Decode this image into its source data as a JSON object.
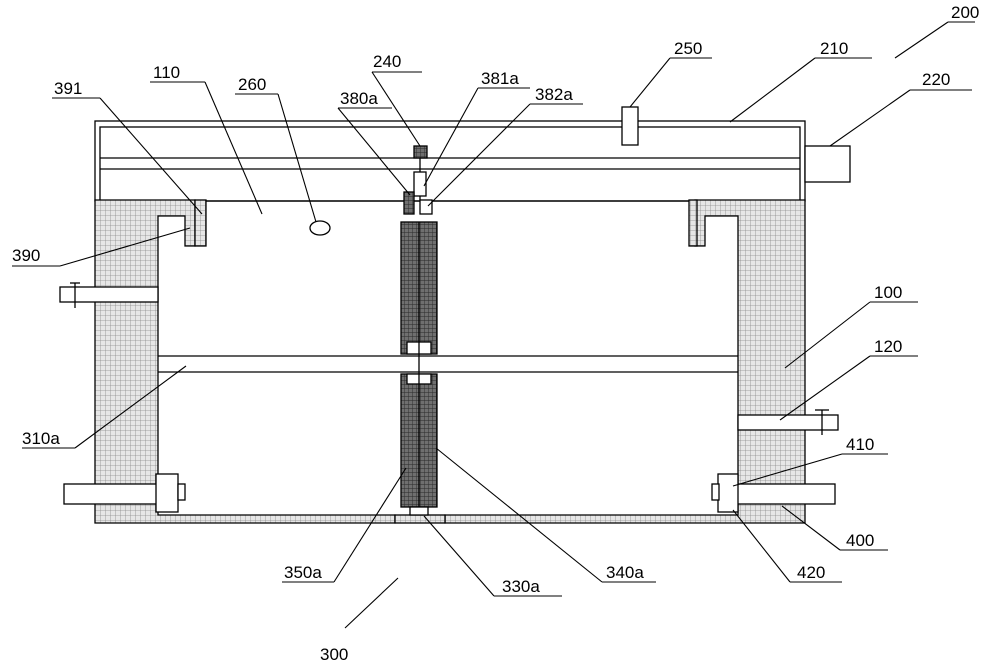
{
  "labels": {
    "l200": "200",
    "l250": "250",
    "l210": "210",
    "l240": "240",
    "l381a": "381a",
    "l382a": "382a",
    "l380a": "380a",
    "l110": "110",
    "l260": "260",
    "l391": "391",
    "l220": "220",
    "l390": "390",
    "l100": "100",
    "l120": "120",
    "l310a": "310a",
    "l410": "410",
    "l400": "400",
    "l420": "420",
    "l350a": "350a",
    "l330a": "330a",
    "l340a": "340a",
    "l300": "300"
  }
}
